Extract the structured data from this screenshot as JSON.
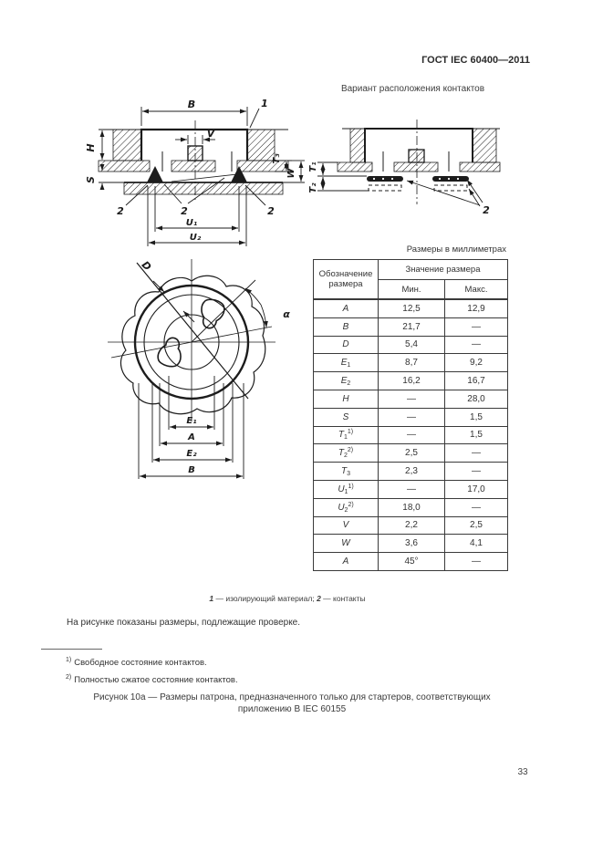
{
  "page": {
    "header": "ГОСТ IEC 60400—2011",
    "variant_title": "Вариант расположения контактов",
    "page_number": "33"
  },
  "colors": {
    "ink": "#1c1c1c",
    "text": "#333333"
  },
  "table": {
    "units_title": "Размеры в миллиметрах",
    "col_designation": "Обозначение размера",
    "col_value": "Значение размера",
    "col_min": "Мин.",
    "col_max": "Макс.",
    "rows": [
      {
        "base": "A",
        "min": "12,5",
        "max": "12,9"
      },
      {
        "base": "B",
        "min": "21,7",
        "max": "—"
      },
      {
        "base": "D",
        "min": "5,4",
        "max": "—"
      },
      {
        "base": "E",
        "sub": "1",
        "min": "8,7",
        "max": "9,2"
      },
      {
        "base": "E",
        "sub": "2",
        "min": "16,2",
        "max": "16,7"
      },
      {
        "base": "H",
        "min": "—",
        "max": "28,0"
      },
      {
        "base": "S",
        "min": "—",
        "max": "1,5"
      },
      {
        "base": "T",
        "sub": "1",
        "sup": "1)",
        "min": "—",
        "max": "1,5"
      },
      {
        "base": "T",
        "sub": "2",
        "sup": "2)",
        "min": "2,5",
        "max": "—"
      },
      {
        "base": "T",
        "sub": "3",
        "min": "2,3",
        "max": "—"
      },
      {
        "base": "U",
        "sub": "1",
        "sup": "1)",
        "min": "—",
        "max": "17,0"
      },
      {
        "base": "U",
        "sub": "2",
        "sup": "2)",
        "min": "18,0",
        "max": "—"
      },
      {
        "base": "V",
        "min": "2,2",
        "max": "2,5"
      },
      {
        "base": "W",
        "min": "3,6",
        "max": "4,1"
      },
      {
        "base": "A",
        "min": "45°",
        "max": "—"
      }
    ]
  },
  "figure": {
    "legend": {
      "num1": "1",
      "text1": "— изолирующий материал;",
      "num2": "2",
      "text2": "— контакты"
    },
    "note": "На рисунке показаны размеры, подлежащие проверке.",
    "footnotes": [
      {
        "marker": "1)",
        "text": "Свободное состояние контактов."
      },
      {
        "marker": "2)",
        "text": "Полностью сжатое состояние контактов."
      }
    ],
    "caption_line1": "Рисунок 10а — Размеры патрона, предназначенного только для стартеров, соответствующих",
    "caption_line2": "приложению B IEC 60155"
  },
  "drawings": {
    "section_left": {
      "dim_b": "B",
      "callout_1": "1",
      "dim_v": "V",
      "dim_h": "H",
      "dim_s": "S",
      "dim_t3": "T₃",
      "dim_w": "W",
      "dim_u1": "U₁",
      "dim_u2": "U₂",
      "callout_2a": "2",
      "callout_2b": "2",
      "callout_2c": "2"
    },
    "section_right": {
      "dim_t1": "T₁",
      "dim_t2": "T₂",
      "callout_2": "2"
    },
    "plan": {
      "dim_d": "D",
      "angle_alpha": "α",
      "dim_e1": "E₁",
      "dim_a": "A",
      "dim_e2": "E₂",
      "dim_b": "B"
    }
  }
}
